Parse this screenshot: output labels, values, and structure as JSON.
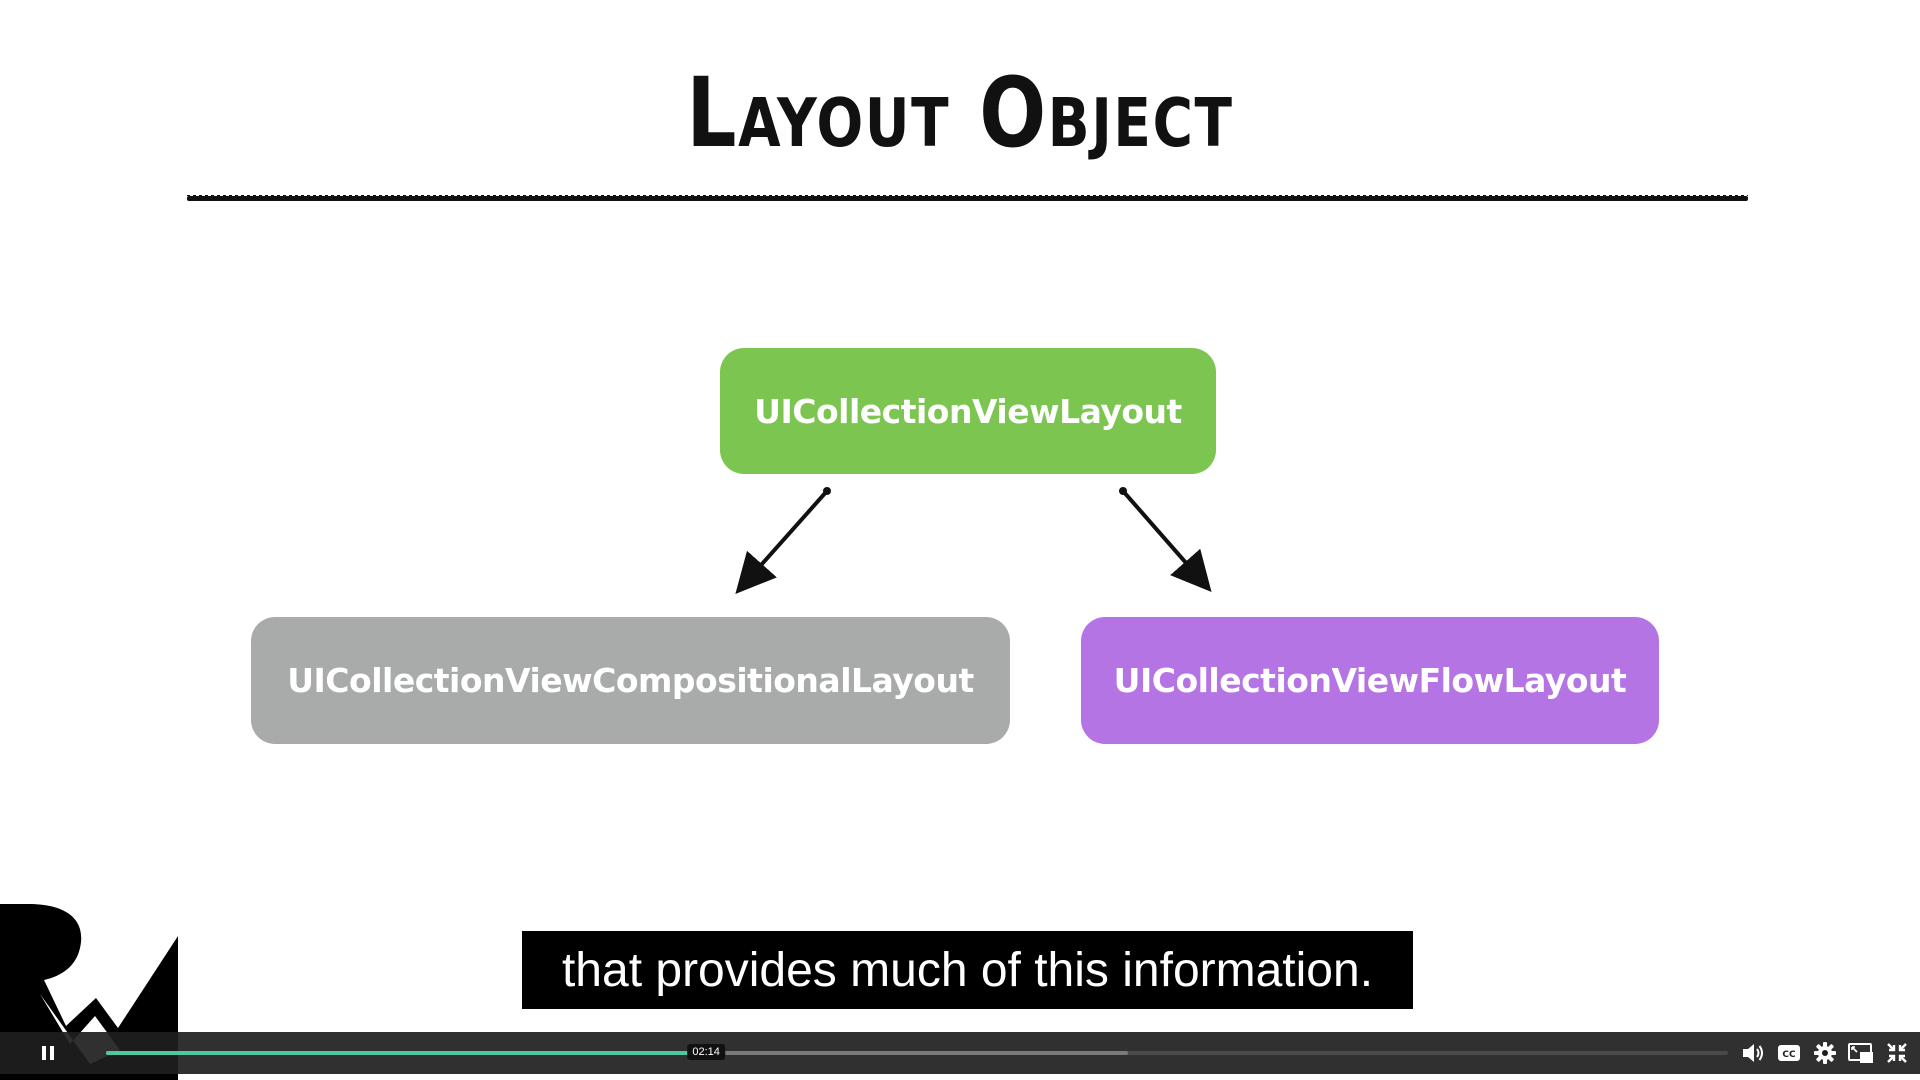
{
  "slide": {
    "title": "Layout Object",
    "parent_node": "UICollectionViewLayout",
    "left_node": "UICollectionViewCompositionalLayout",
    "right_node": "UICollectionViewFlowLayout"
  },
  "colors": {
    "parent": "#7cc550",
    "left": "#a8abaa",
    "right": "#b574e3",
    "progress": "#4fc89e"
  },
  "subtitle": "that provides much of this information.",
  "player": {
    "hover_time": "02:14",
    "played_fraction": 0.37,
    "buffered_fraction": 0.63,
    "cc_label": "CC",
    "icons": [
      "pause-icon",
      "volume-icon",
      "captions-icon",
      "settings-icon",
      "picture-in-picture-icon",
      "exit-fullscreen-icon"
    ]
  }
}
